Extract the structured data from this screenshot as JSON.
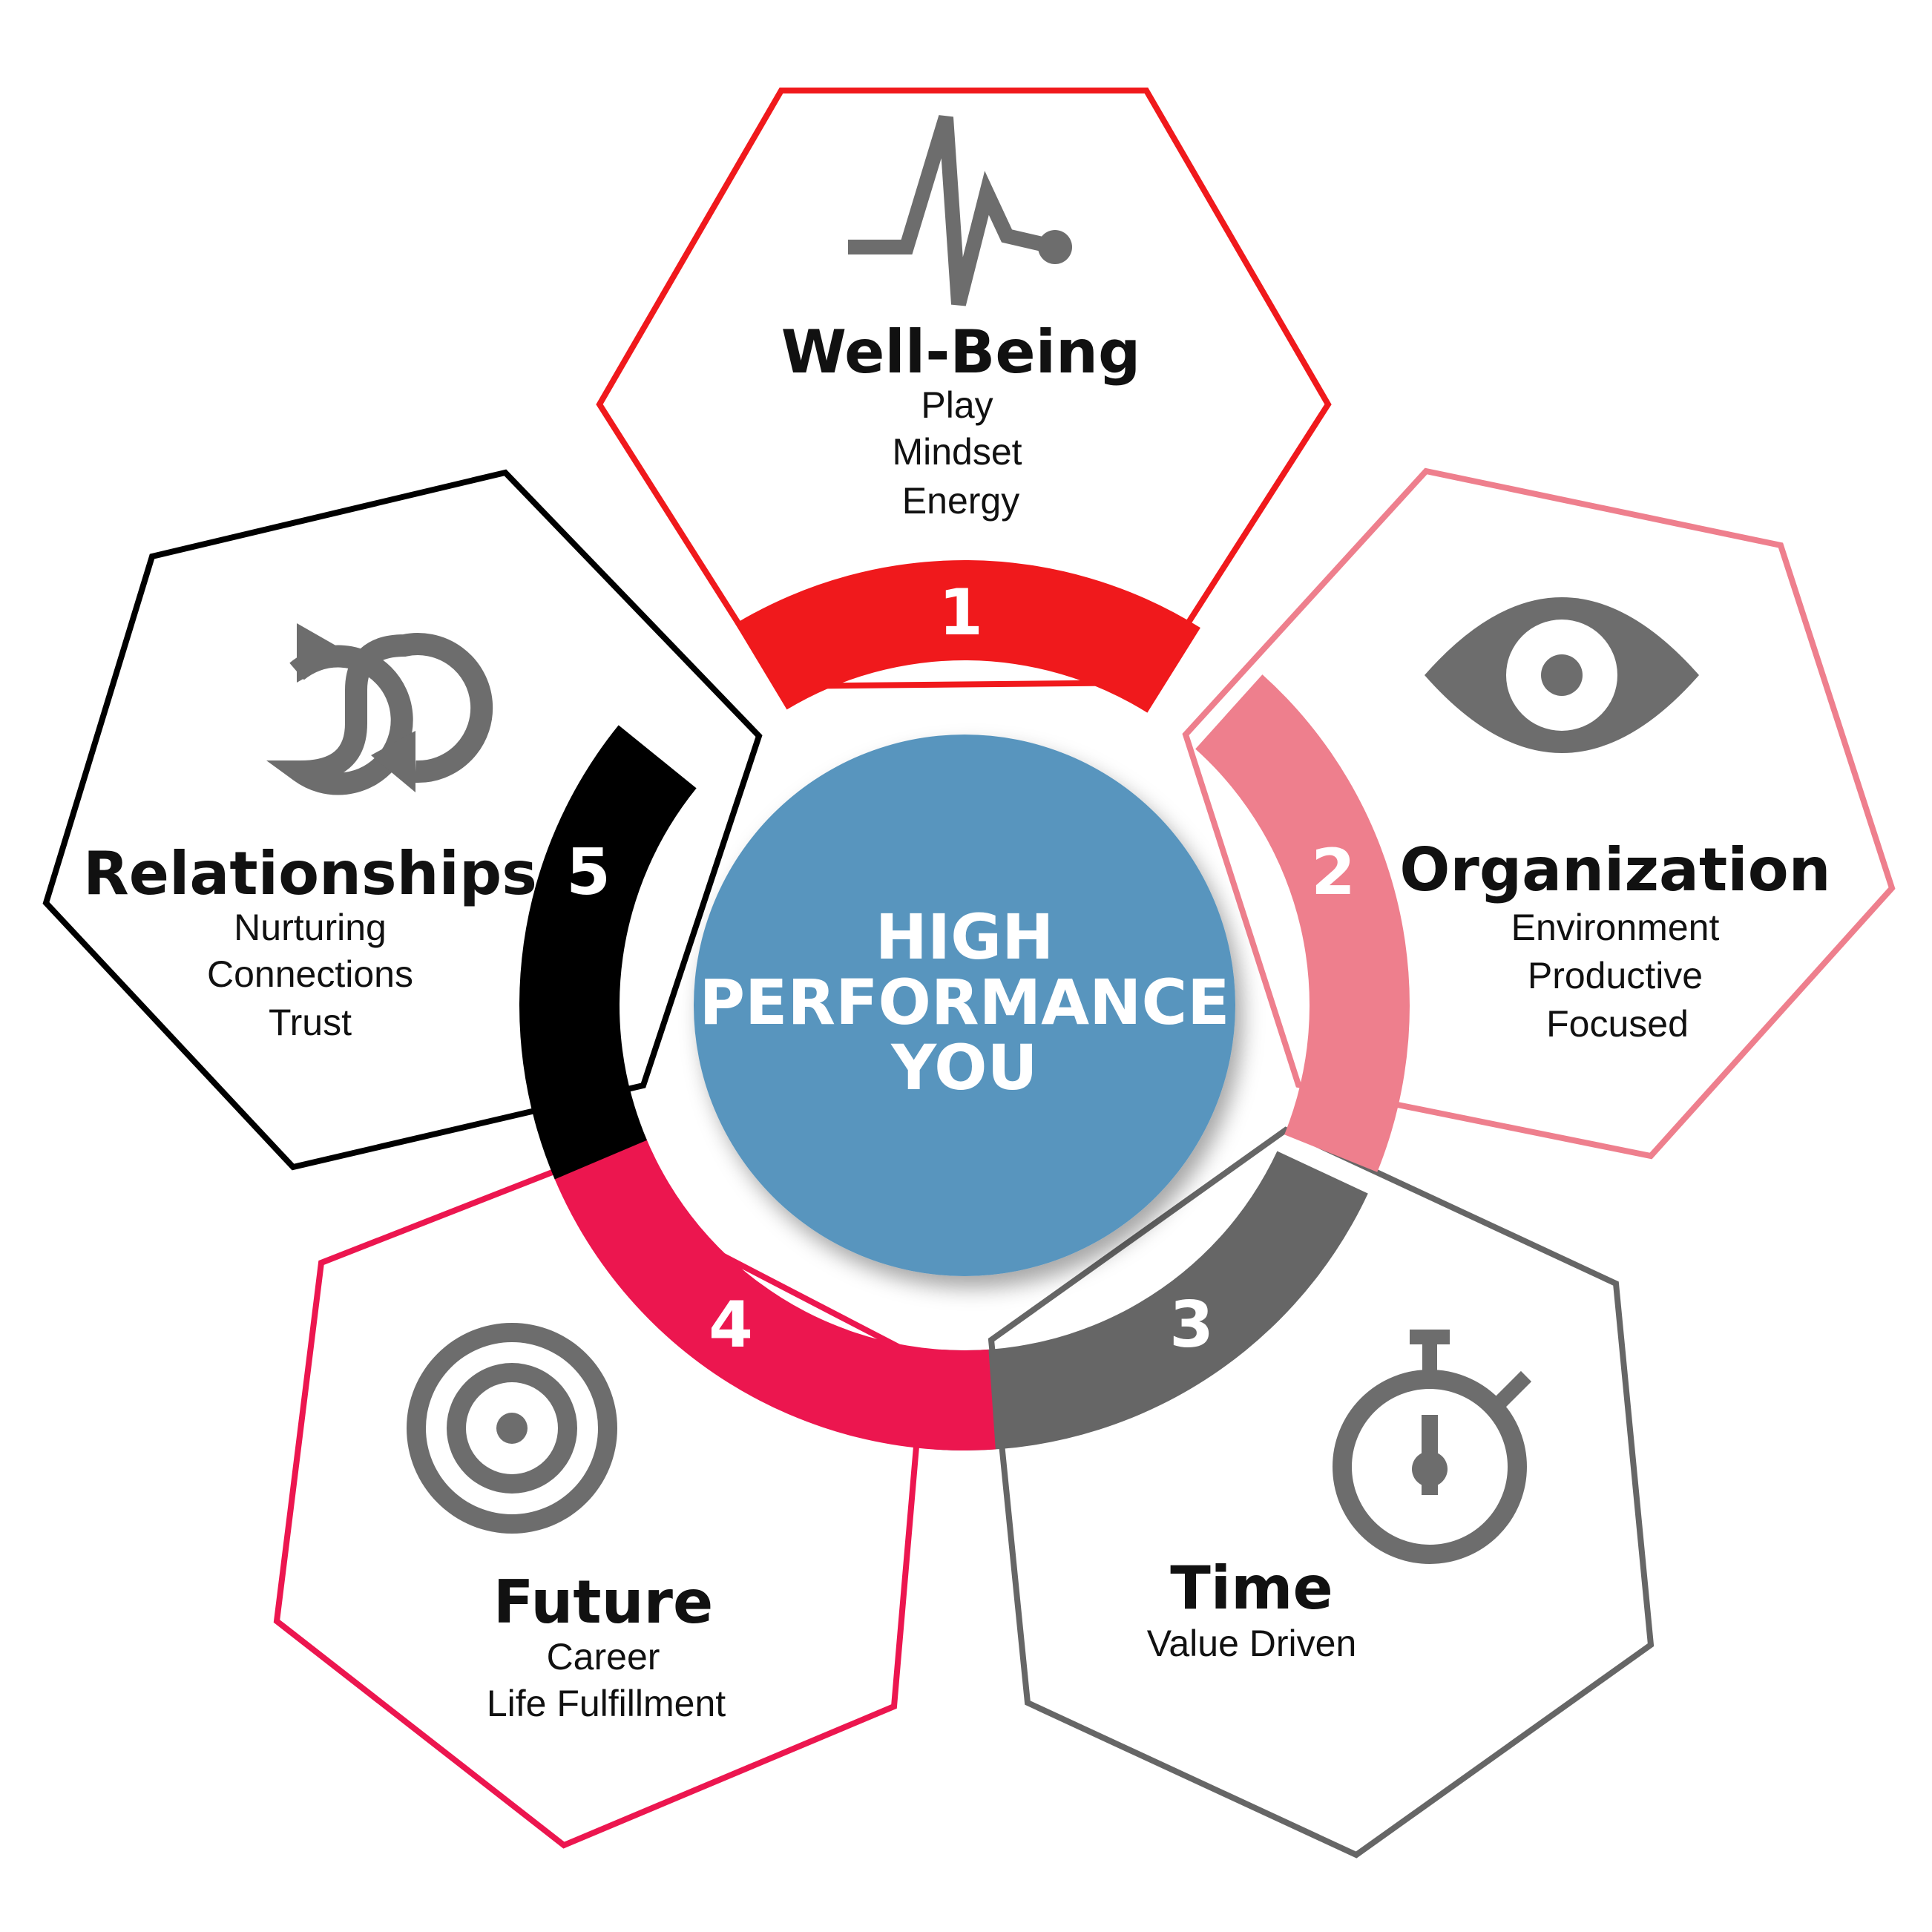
{
  "center": {
    "line1": "HIGH",
    "line2": "PERFORMANCE",
    "line3": "YOU",
    "fill": "#5895BE",
    "text_color": "#FFFFFF"
  },
  "segments": [
    {
      "number": "1",
      "title": "Well-Being",
      "items": [
        "Play",
        "Mindset",
        "Energy"
      ],
      "color": "#F0191C",
      "icon": "heartbeat-icon"
    },
    {
      "number": "2",
      "title": "Organization",
      "items": [
        "Environment",
        "Productive",
        "Focused"
      ],
      "color": "#EE7F8D",
      "icon": "eye-icon"
    },
    {
      "number": "3",
      "title": "Time",
      "items": [
        "Value Driven"
      ],
      "color": "#666666",
      "icon": "stopwatch-icon"
    },
    {
      "number": "4",
      "title": "Future",
      "items": [
        "Career",
        "Life Fulfillment"
      ],
      "color": "#EC164F",
      "icon": "target-icon"
    },
    {
      "number": "5",
      "title": "Relationships",
      "items": [
        "Nurturing",
        "Connections",
        "Trust"
      ],
      "color": "#000000",
      "icon": "loop-arrows-icon"
    }
  ],
  "icon_color": "#6D6D6D",
  "text_color": "#111111"
}
